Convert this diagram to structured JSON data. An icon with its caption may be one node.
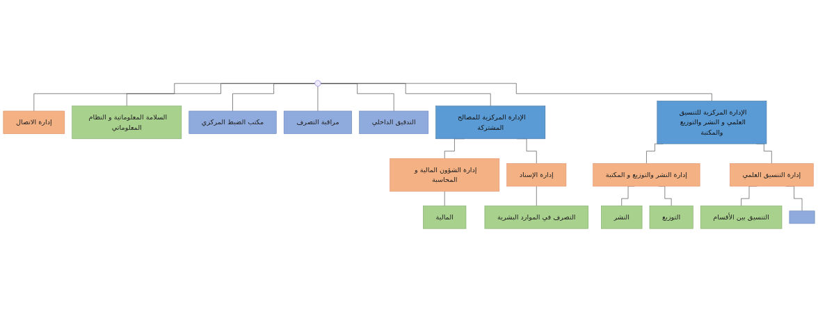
{
  "diagram": {
    "nodes": [
      {
        "text": [
          "إدارة الاتصال"
        ]
      },
      {
        "text": [
          "السلامة المعلوماتية و النظام المعلوماتي"
        ]
      },
      {
        "text": [
          "مكتب الضبط المركزي"
        ]
      },
      {
        "text": [
          "مراقبة التصرف"
        ]
      },
      {
        "text": [
          "التدقيق الداخلي"
        ]
      },
      {
        "text": [
          "الإدارة المركزية للمصالح المشتركة"
        ]
      },
      {
        "text": [
          "الإدارة المركزية للتنسيق العلمي و النشر والتوزيع والمكتبة"
        ]
      },
      {
        "text": [
          "إدارة الشؤون المالية و المحاسبة"
        ]
      },
      {
        "text": [
          "إدارة الإسناد"
        ]
      },
      {
        "text": [
          "إدارة النشر والتوزيع و المكتبة"
        ]
      },
      {
        "text": [
          "إدارة التنسيق العلمي"
        ]
      },
      {
        "text": [
          "المالية"
        ]
      },
      {
        "text": [
          "التصرف في الموارد البشرية"
        ]
      },
      {
        "text": [
          "النشر"
        ]
      },
      {
        "text": [
          "التوزيع"
        ]
      },
      {
        "text": [
          "التنسيق بين الأقسام"
        ]
      },
      {
        "text": [],
        "shape": "box"
      }
    ],
    "edges": [
      {
        "from": null,
        "to": 0,
        "arrow": "none"
      },
      {
        "from": null,
        "to": 1,
        "arrow": "none"
      },
      {
        "from": null,
        "to": 2,
        "arrow": "none"
      },
      {
        "from": null,
        "to": 3,
        "arrow": "none"
      },
      {
        "from": null,
        "to": 4,
        "arrow": "none"
      },
      {
        "from": null,
        "to": 5,
        "arrow": "none"
      },
      {
        "from": null,
        "to": 6,
        "arrow": "none"
      },
      {
        "from": 5,
        "to": 7,
        "arrow": "none"
      },
      {
        "from": 5,
        "to": 8,
        "arrow": "none"
      },
      {
        "from": 6,
        "to": 9,
        "arrow": "none"
      },
      {
        "from": 6,
        "to": 10,
        "arrow": "none"
      },
      {
        "from": 7,
        "to": 11,
        "arrow": "none"
      },
      {
        "from": 8,
        "to": 12,
        "arrow": "none"
      },
      {
        "from": 9,
        "to": 13,
        "arrow": "none"
      },
      {
        "from": 9,
        "to": 14,
        "arrow": "none"
      },
      {
        "from": 10,
        "to": 15,
        "arrow": "none"
      },
      {
        "from": 10,
        "to": 16,
        "arrow": "none"
      }
    ]
  }
}
